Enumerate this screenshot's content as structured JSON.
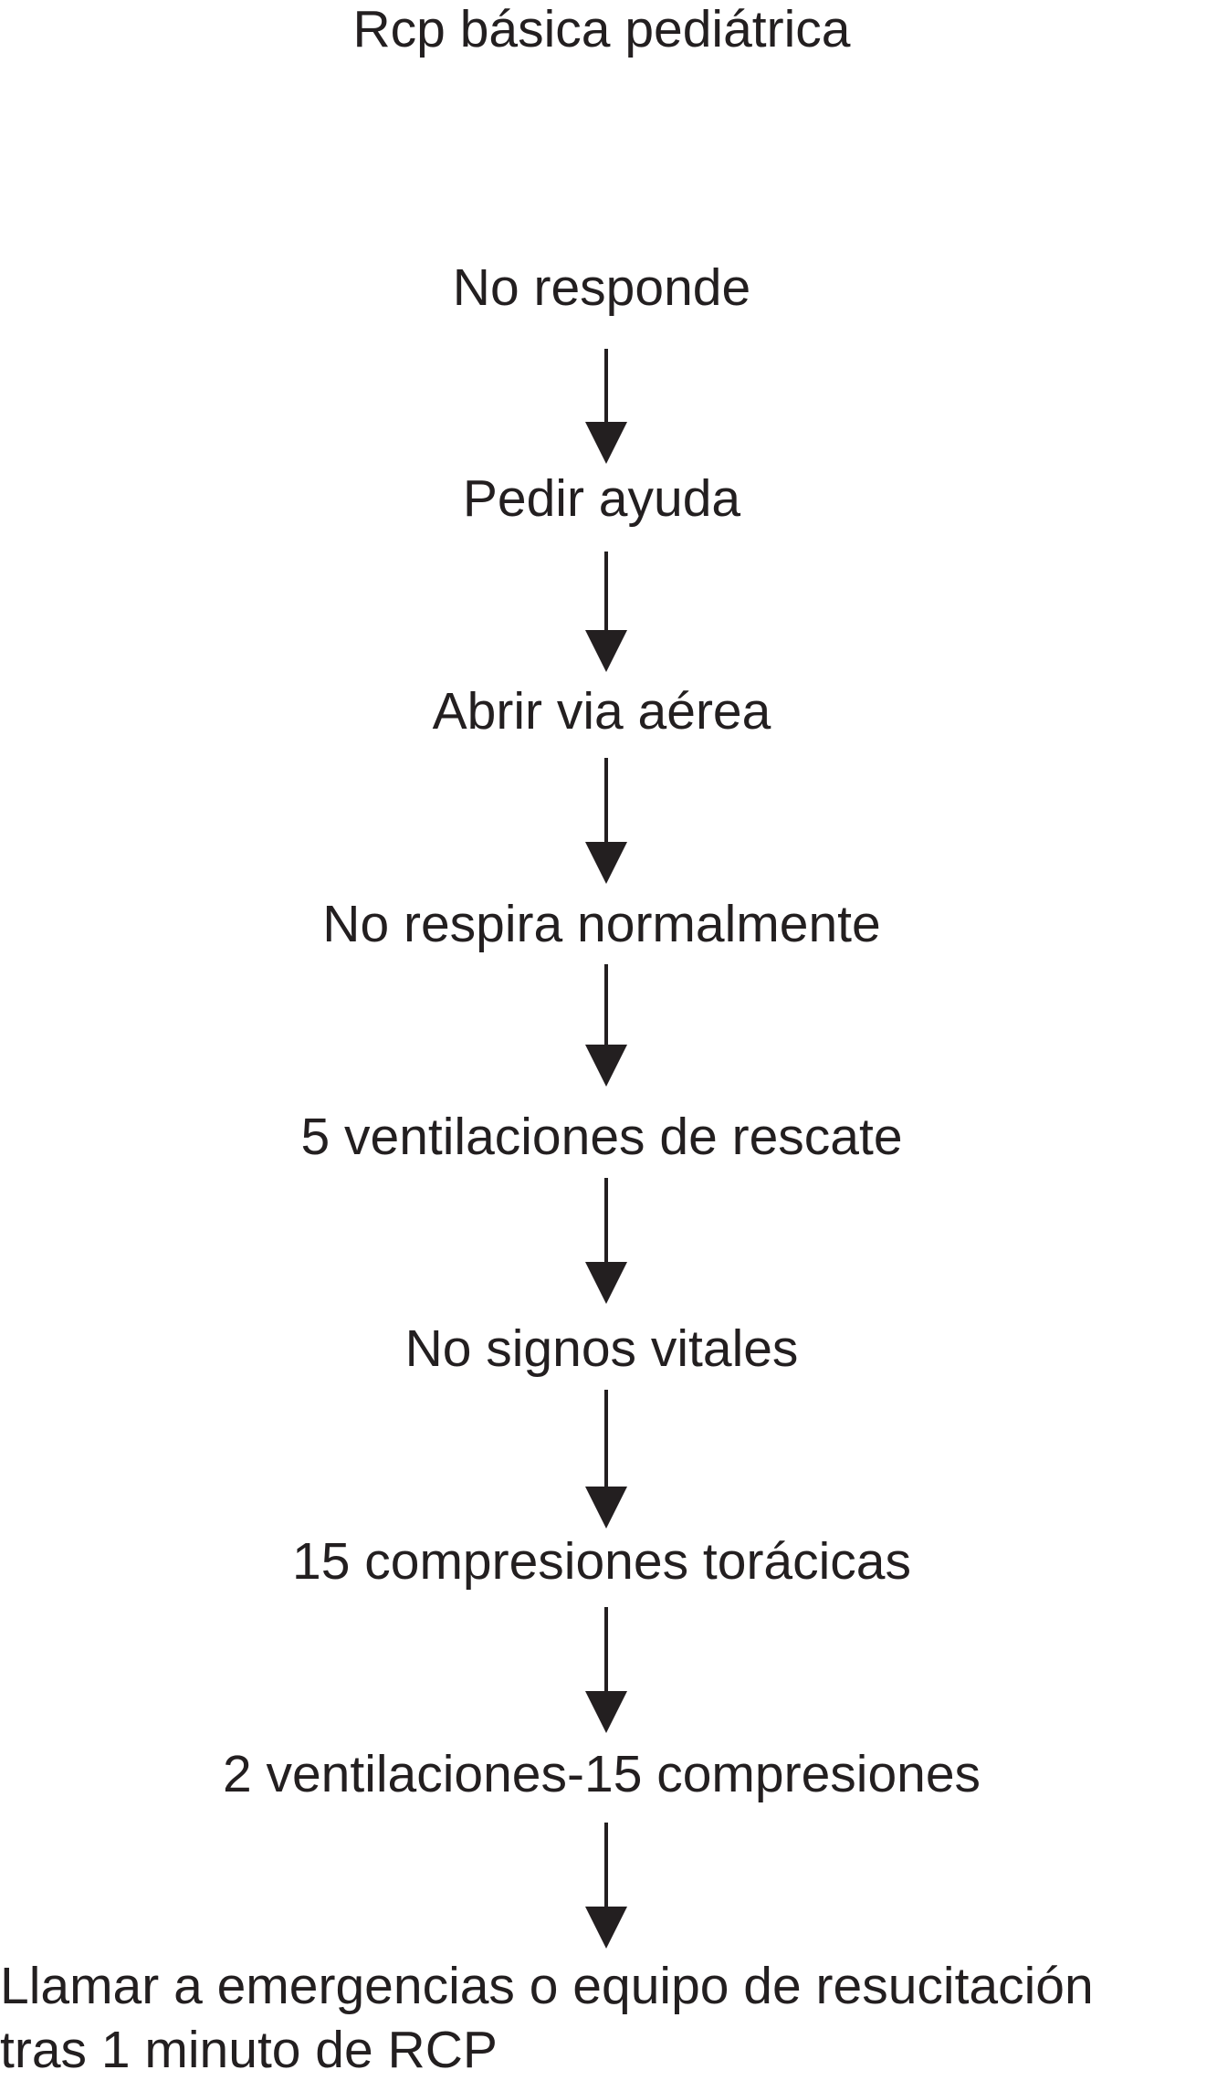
{
  "title": "Rcp básica pediátrica",
  "steps": [
    "No responde",
    "Pedir ayuda",
    "Abrir via aérea",
    "No respira normalmente",
    "5 ventilaciones de rescate",
    "No signos vitales",
    "15 compresiones torácicas",
    "2 ventilaciones-15 compresiones"
  ],
  "final_step": {
    "line1": "Llamar a emergencias o equipo de resucitación",
    "line2": "tras 1 minuto de RCP"
  },
  "colors": {
    "text": "#231f20",
    "arrow": "#231f20",
    "background": "#ffffff"
  }
}
